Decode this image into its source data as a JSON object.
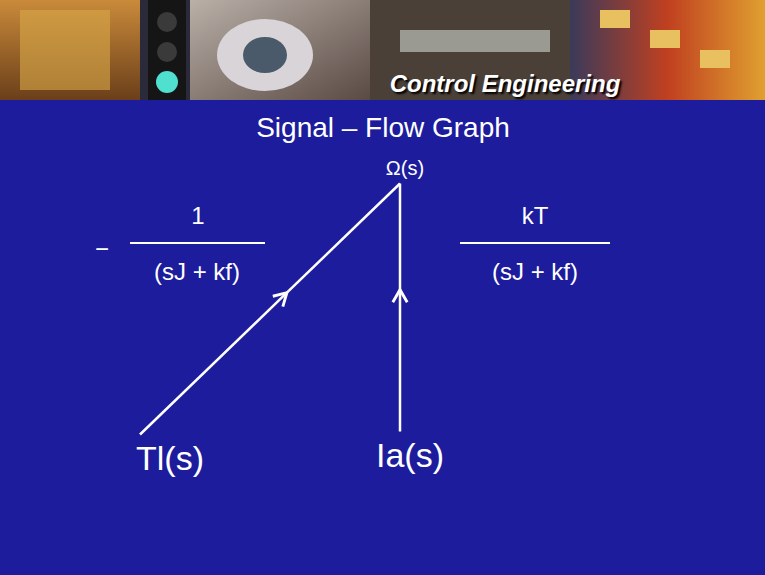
{
  "diagram": {
    "title": "Signal – Flow Graph",
    "nodes": [
      {
        "text": [
          "Ω(s)"
        ]
      },
      {
        "text": [
          "Tl(s)"
        ]
      },
      {
        "text": [
          "Ia(s)"
        ]
      }
    ],
    "edges": [
      {
        "from": 1,
        "to": 0,
        "arrow": "to"
      },
      {
        "from": 2,
        "to": 0,
        "arrow": "to"
      }
    ],
    "labels": [
      "Control Engineering",
      "−",
      "1",
      "(sJ + kf)",
      "kT",
      "(sJ + kf)"
    ]
  }
}
